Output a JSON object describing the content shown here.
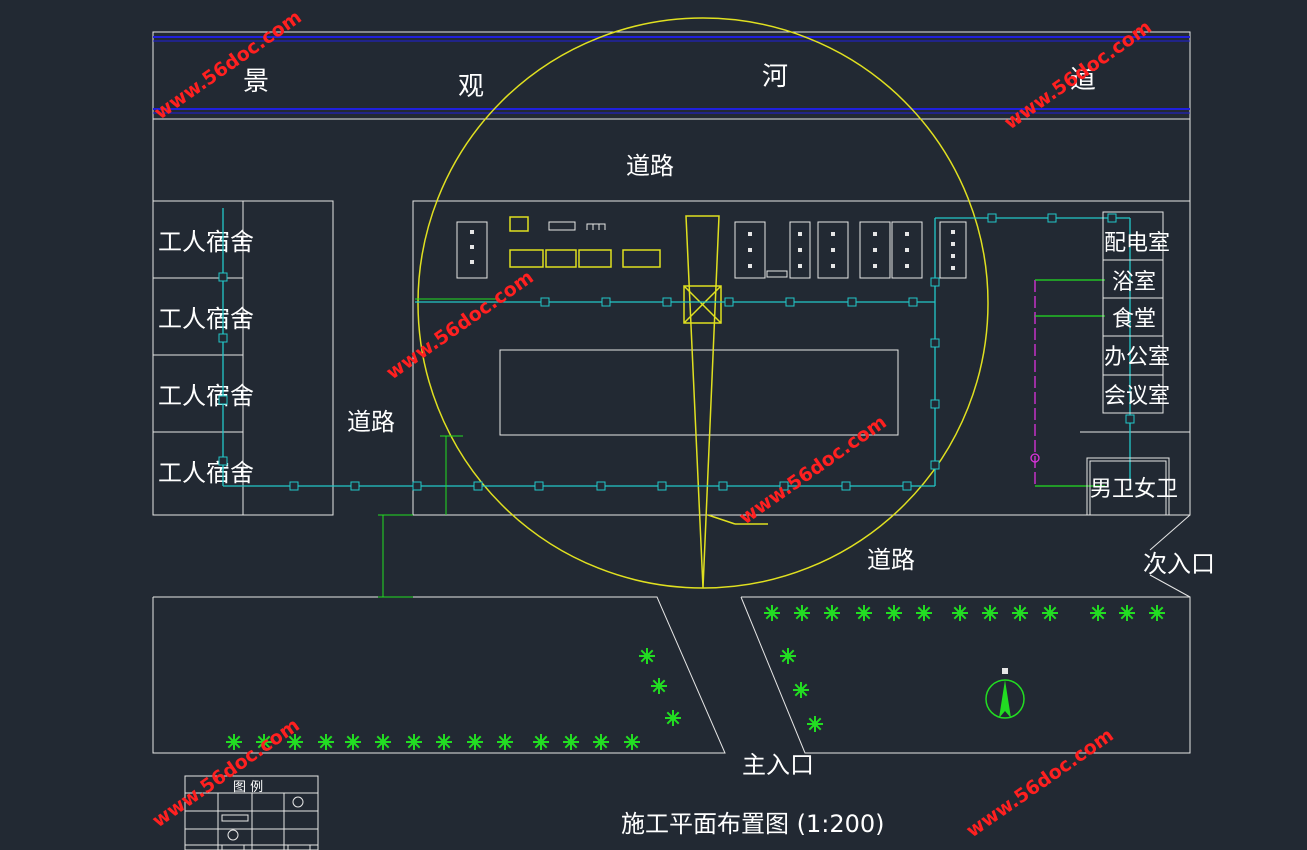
{
  "river_labels": [
    "景",
    "观",
    "河",
    "道"
  ],
  "road_labels": [
    "道路",
    "道路",
    "道路"
  ],
  "dorms": [
    "工人宿舍",
    "工人宿舍",
    "工人宿舍",
    "工人宿舍"
  ],
  "rooms": [
    "配电室",
    "浴室",
    "食堂",
    "办公室",
    "会议室"
  ],
  "toilets": "男卫女卫",
  "entrances": {
    "secondary": "次入口",
    "main": "主入口"
  },
  "title": "施工平面布置图 (1:200)",
  "watermark": "www.56doc.com",
  "legend_title": "图 例",
  "colors": {
    "background": "#222933",
    "line": "#e6e6e6",
    "crane_circle": "#e0e020",
    "water_pipe": "#22c8c8",
    "tree": "#22dd22",
    "river": "#2020dd",
    "watermark": "#ff2020",
    "power": "#dd33dd"
  }
}
